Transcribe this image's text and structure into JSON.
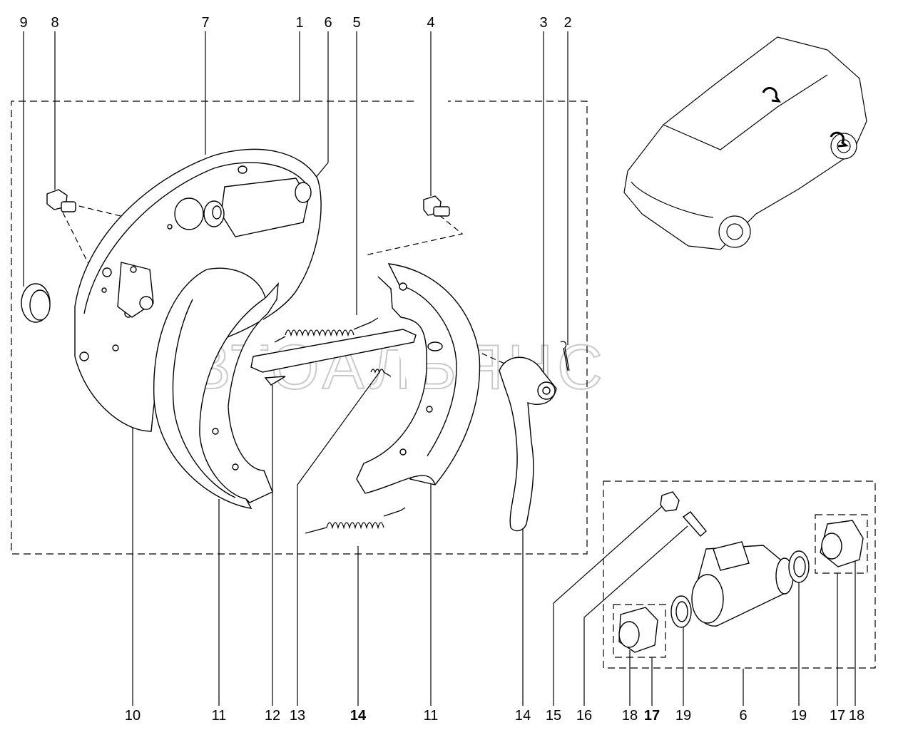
{
  "watermark": "АВТОАЛЬЯНС",
  "callouts_top": [
    "9",
    "8",
    "7",
    "1",
    "6",
    "5",
    "4",
    "3",
    "2"
  ],
  "callouts_bottom": [
    "10",
    "11",
    "12",
    "13",
    "14",
    "11",
    "14",
    "15",
    "16",
    "18",
    "17",
    "19",
    "6",
    "19",
    "17",
    "18"
  ],
  "callouts_bottom_bold": [
    false,
    false,
    false,
    false,
    true,
    false,
    false,
    false,
    false,
    false,
    true,
    false,
    false,
    false,
    false,
    false
  ],
  "parts": {
    "backing_plate": "backing plate",
    "wheel_cylinder": "wheel cylinder",
    "brake_shoe_left": "brake shoe",
    "brake_shoe_right": "brake shoe",
    "upper_spring": "upper spring",
    "lower_spring": "lower spring",
    "spacer_bar": "spacer bar",
    "parking_lever": "parking brake lever",
    "plug": "plug",
    "bolts": "bolt",
    "cotter_pin": "cotter pin",
    "vehicle": "car"
  }
}
